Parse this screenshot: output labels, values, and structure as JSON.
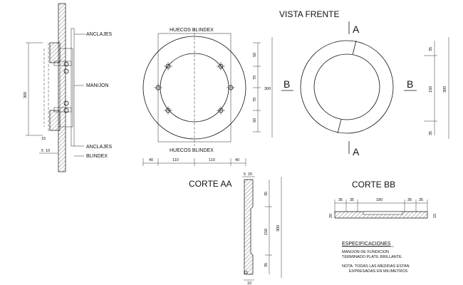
{
  "titles": {
    "vista_frente": "VISTA FRENTE",
    "corte_aa": "CORTE AA",
    "corte_bb": "CORTE BB"
  },
  "section_marks": {
    "a": "A",
    "b": "B"
  },
  "side_labels": {
    "anclajes_top": "ANCLAJES",
    "manijon": "MANIJON",
    "anclajes_bottom": "ANCLAJES",
    "blindex": "BLINDEX"
  },
  "plan_labels": {
    "huecos_top": "HUECOS BLINDEX",
    "huecos_bottom": "HUECOS BLINDEX"
  },
  "dims": {
    "side_300": "300",
    "side_5": "5",
    "side_10": "10",
    "side_small": "15",
    "plan_bottom": [
      "40",
      "110",
      "110",
      "40"
    ],
    "plan_right": [
      "50",
      "70",
      "70",
      "50"
    ],
    "plan_300": "300",
    "front_right": [
      "35",
      "150",
      "35"
    ],
    "front_300": "300",
    "aa_top": "5",
    "aa_top2": "20",
    "aa_right": [
      "35",
      "150",
      "35"
    ],
    "aa_300": "300",
    "aa_bottom_small": "15",
    "aa_bottom": "10",
    "bb_top": [
      "35",
      "35",
      "180",
      "35",
      "35"
    ],
    "bb_left": "20",
    "bb_right": "15"
  },
  "specs": {
    "heading": "ESPECIFICACIONES",
    "line1": "MANIJON DE FUNDICION",
    "line2": "TERMINADO PLATIL BRILLANTE",
    "note1": "NOTA: TODAS LAS MEDIDAS ESTAN",
    "note2": "EXPRESADAS EN MILIMETROS"
  }
}
